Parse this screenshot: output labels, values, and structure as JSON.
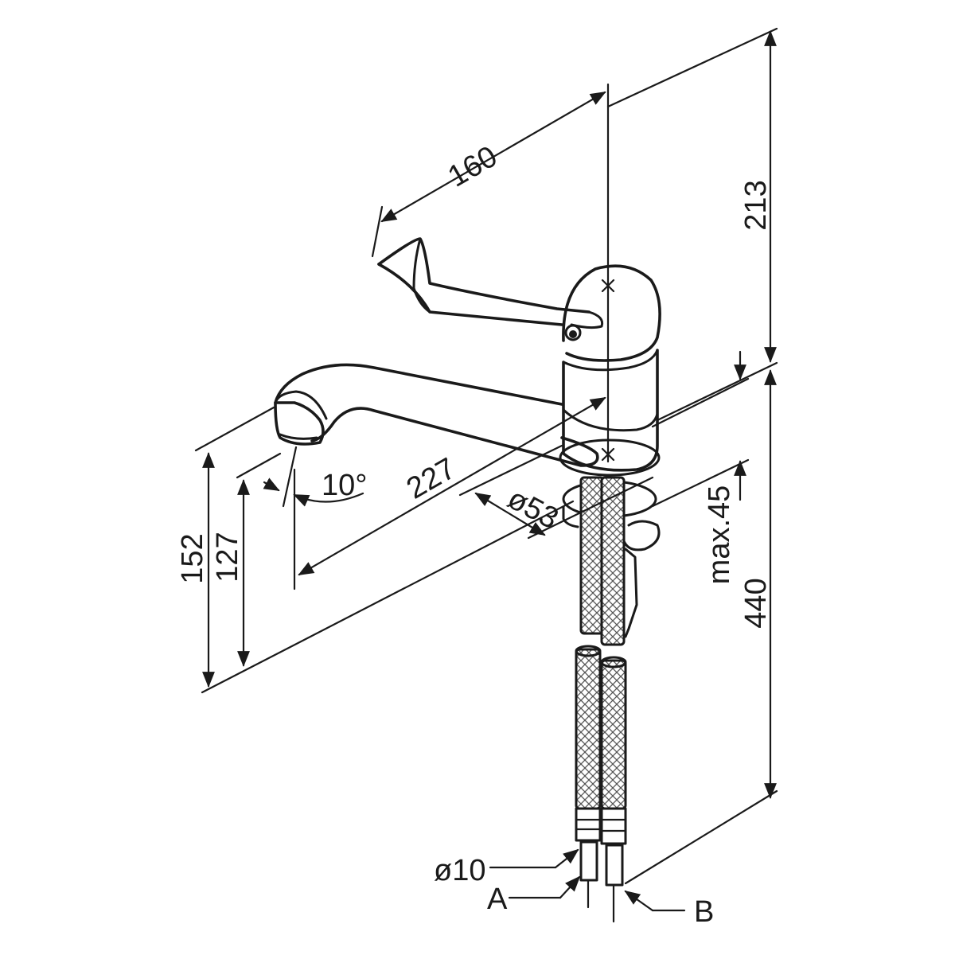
{
  "dimensions": {
    "lever_length": "160",
    "upper_height": "213",
    "overall_height": "440",
    "spout_reach": "227",
    "body_diameter": "ø53",
    "max_deck": "max.45",
    "aerator_angle": "10°",
    "spout_height_outer": "152",
    "spout_height_inner": "127",
    "hose_diameter": "ø10"
  },
  "labels": {
    "hose_a": "A",
    "hose_b": "B"
  },
  "colors": {
    "line": "#1a1a1a",
    "background": "#ffffff"
  }
}
